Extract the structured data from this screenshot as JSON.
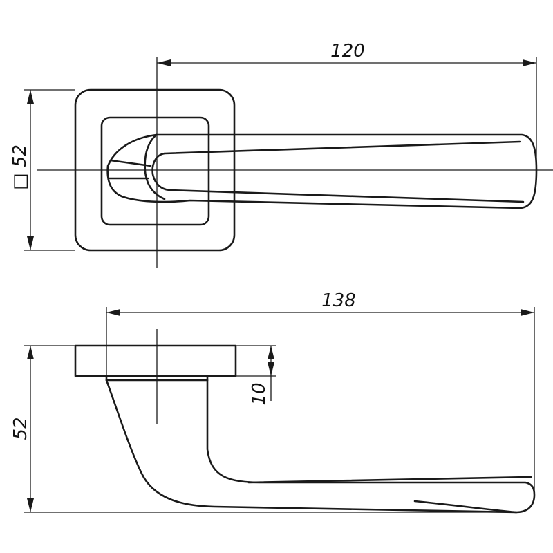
{
  "drawing": {
    "top_view": {
      "width_dimension": "120",
      "rosette_dimension_symbol": "□",
      "rosette_dimension": "52"
    },
    "side_view": {
      "length_dimension": "138",
      "height_dimension": "52",
      "rosette_thickness_dimension": "10"
    }
  }
}
